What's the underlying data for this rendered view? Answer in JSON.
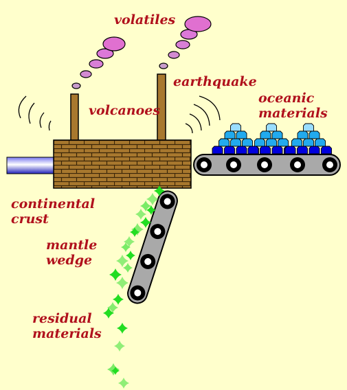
{
  "colors": {
    "background": "#ffffcc",
    "label_text": "#b0101c",
    "brick": "#a8782e",
    "smoke": "#e070d0",
    "chimney": "#a8782e",
    "belt": "#a9a9a9",
    "ocean_dark": "#0000dd",
    "ocean_mid": "#22aaee",
    "ocean_light": "#99ddff",
    "crystal": "#22dd22",
    "pipe": "#5555ee"
  },
  "labels": {
    "volatiles": "volatiles",
    "earthquake": "earthquake",
    "volcanoes": "volcanoes",
    "oceanic_line1": "oceanic",
    "oceanic_line2": "materials",
    "continental_line1": "continental",
    "continental_line2": "crust",
    "mantle_line1": "mantle",
    "mantle_line2": "wedge",
    "residual_line1": "residual",
    "residual_line2": "materials"
  },
  "icons": [
    "smoke-puff-icon",
    "chimney-icon",
    "brick-wall-icon",
    "conveyor-belt-icon",
    "roller-icon",
    "block-stack-icon",
    "crystal-icon",
    "shake-arc-icon",
    "pipe-icon"
  ]
}
